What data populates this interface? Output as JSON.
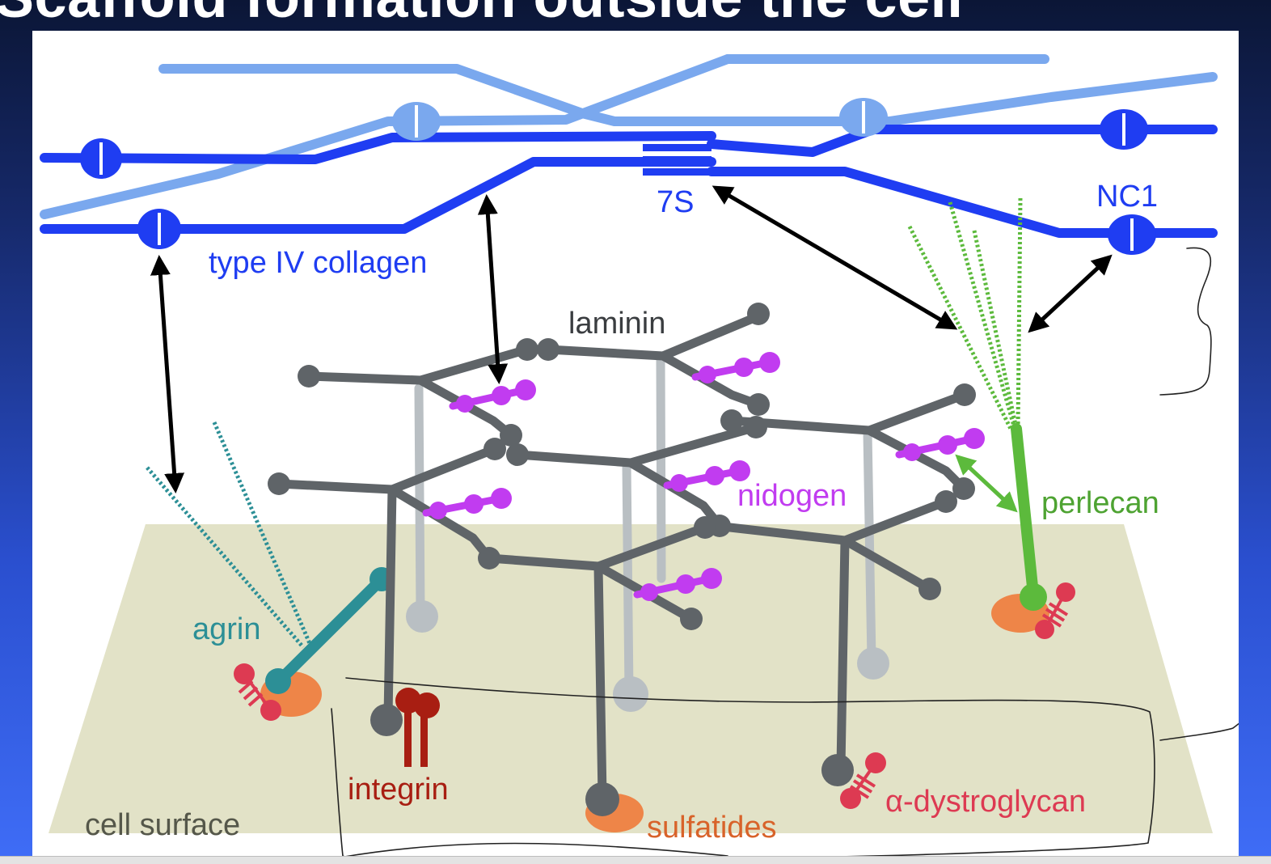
{
  "slide": {
    "title": "Scaffold formation outside the cell"
  },
  "labels": {
    "collagen": "type IV collagen",
    "seven_s": "7S",
    "nc1": "NC1",
    "laminin": "laminin",
    "nidogen": "nidogen",
    "perlecan": "perlecan",
    "agrin": "agrin",
    "integrin": "integrin",
    "sulfatides": "sulfatides",
    "dystroglycan": "α-dystroglycan",
    "cell_surface": "cell surface"
  },
  "colors": {
    "collagen": "#1f3df2",
    "collagen_light": "#7aa8ee",
    "laminin": "#5f6468",
    "laminin_stalk": "#b9bfc3",
    "nidogen": "#c13cf0",
    "perlecan": "#5cba3c",
    "agrin": "#2c8f96",
    "integrin": "#a81e12",
    "dystroglycan": "#dd3a52",
    "sulfatide": "#ee8548",
    "cell_surface": "#e2e2c7",
    "arrow": "#000000",
    "slide_bg": "#1b35a8"
  }
}
